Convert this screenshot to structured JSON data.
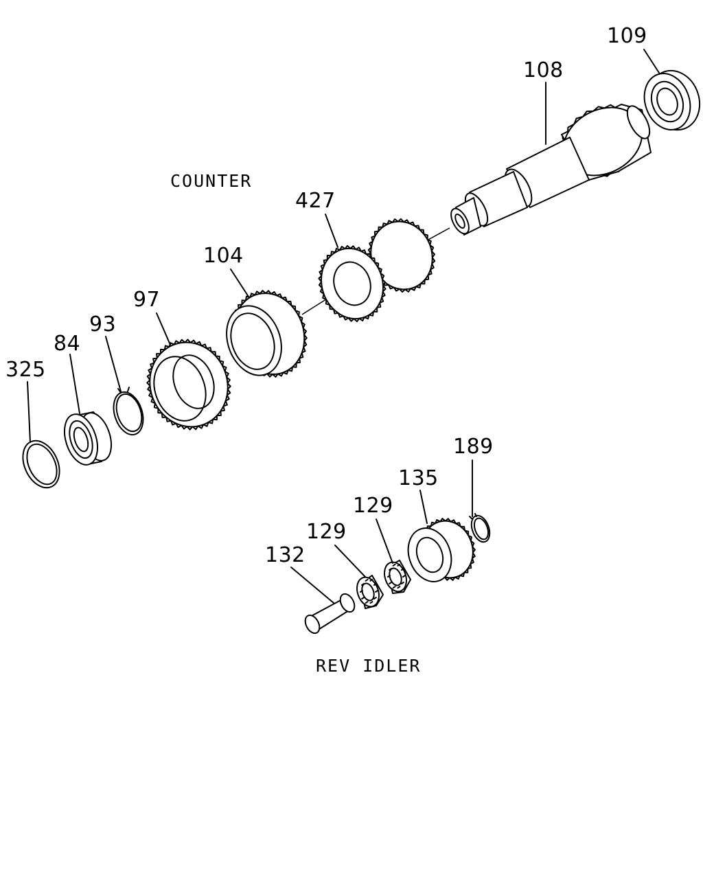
{
  "captions": {
    "counter": "COUNTER",
    "rev_idler": "REV IDLER"
  },
  "parts": {
    "p109": "109",
    "p108": "108",
    "p427": "427",
    "p104": "104",
    "p97": "97",
    "p93": "93",
    "p84": "84",
    "p325": "325",
    "p189": "189",
    "p135": "135",
    "p129a": "129",
    "p129b": "129",
    "p132": "132"
  }
}
